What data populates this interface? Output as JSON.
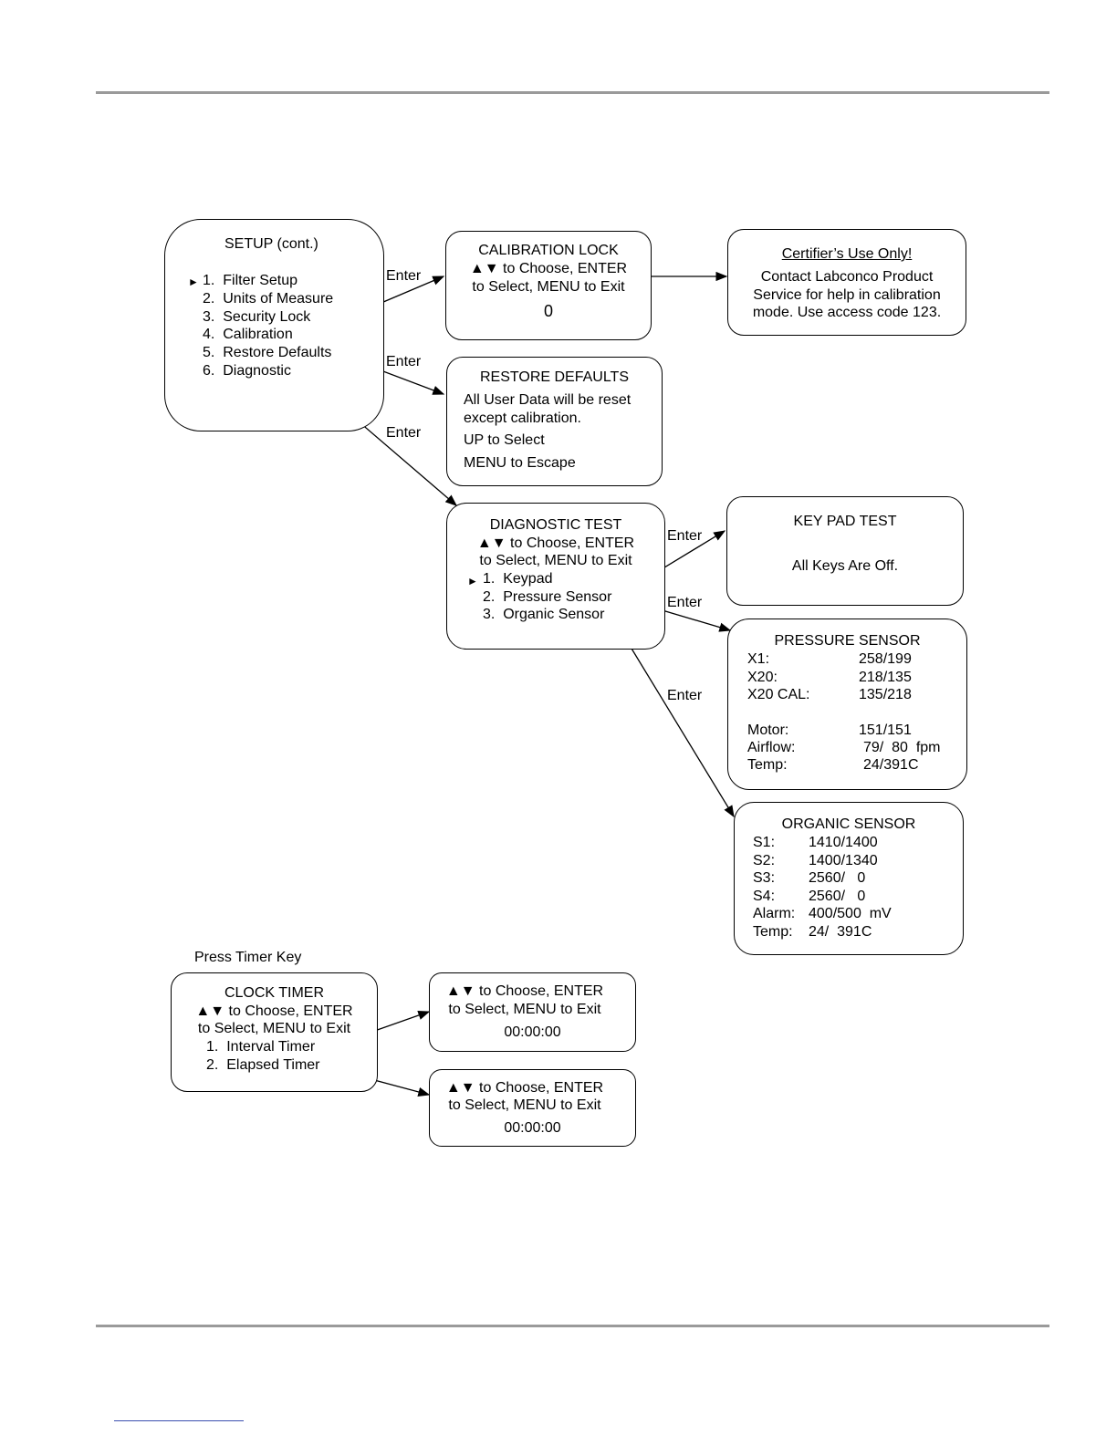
{
  "setup": {
    "title": "SETUP (cont.)",
    "marker": "►",
    "items": [
      "1.  Filter Setup",
      "2.  Units of Measure",
      "3.  Security Lock",
      "4.  Calibration",
      "5.  Restore Defaults",
      "6.  Diagnostic"
    ]
  },
  "calibration_lock": {
    "title": "CALIBRATION LOCK",
    "line1": "▲▼ to Choose, ENTER",
    "line2": "to Select, MENU to Exit",
    "value": "0"
  },
  "certifier": {
    "title": "Certifier’s Use Only!",
    "line1": "Contact Labconco Product",
    "line2": "Service for help in calibration",
    "line3": "mode. Use access code 123."
  },
  "restore_defaults": {
    "title": "RESTORE DEFAULTS",
    "line1": "All User Data will be reset",
    "line2": "except calibration.",
    "line3": "UP to Select",
    "line4": "MENU to Escape"
  },
  "diagnostic_test": {
    "title": "DIAGNOSTIC TEST",
    "line1": "▲▼ to Choose, ENTER",
    "line2": "to Select, MENU to Exit",
    "marker": "►",
    "items": [
      "1.  Keypad",
      "2.  Pressure Sensor",
      "3.  Organic Sensor"
    ]
  },
  "keypad_test": {
    "title": "KEY PAD TEST",
    "line1": "All Keys Are Off."
  },
  "pressure_sensor": {
    "title": "PRESSURE SENSOR",
    "rows": [
      {
        "label": "X1:",
        "value": "258/199"
      },
      {
        "label": "X20:",
        "value": "218/135"
      },
      {
        "label": "X20 CAL:",
        "value": "135/218"
      },
      {
        "label": "Motor:",
        "value": "151/151"
      },
      {
        "label": "Airflow:",
        "value": "79/  80  fpm"
      },
      {
        "label": "Temp:",
        "value": "24/391C"
      }
    ]
  },
  "organic_sensor": {
    "title": "ORGANIC SENSOR",
    "rows": [
      {
        "label": "S1:",
        "value": "1410/1400"
      },
      {
        "label": "S2:",
        "value": "1400/1340"
      },
      {
        "label": "S3:",
        "value": "2560/   0"
      },
      {
        "label": "S4:",
        "value": "2560/   0"
      },
      {
        "label": "Alarm:",
        "value": "400/500  mV"
      },
      {
        "label": "Temp:",
        "value": "24/  391C"
      }
    ]
  },
  "press_timer_key": "Press Timer Key",
  "clock_timer": {
    "title": "CLOCK TIMER",
    "line1": "▲▼ to Choose, ENTER",
    "line2": "to Select, MENU to Exit",
    "items": [
      "1.  Interval Timer",
      "2.  Elapsed Timer"
    ]
  },
  "interval_timer": {
    "line1": "▲▼ to Choose, ENTER",
    "line2": "to Select, MENU to Exit",
    "value": "00:00:00"
  },
  "elapsed_timer": {
    "line1": "▲▼ to Choose, ENTER",
    "line2": "to Select, MENU to Exit",
    "value": "00:00:00"
  },
  "enter_label": "Enter"
}
